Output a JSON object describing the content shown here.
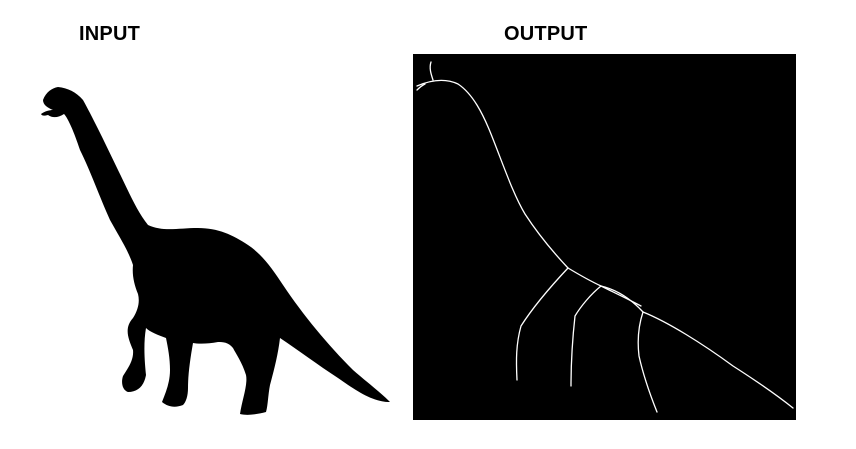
{
  "labels": {
    "input": "INPUT",
    "output": "OUTPUT"
  },
  "colors": {
    "silhouette": "#000000",
    "background": "#ffffff",
    "output_background": "#000000",
    "skeleton_stroke": "#ffffff"
  },
  "figures": {
    "input_shape": "dinosaur-silhouette",
    "output_shape": "skeleton-lines"
  }
}
